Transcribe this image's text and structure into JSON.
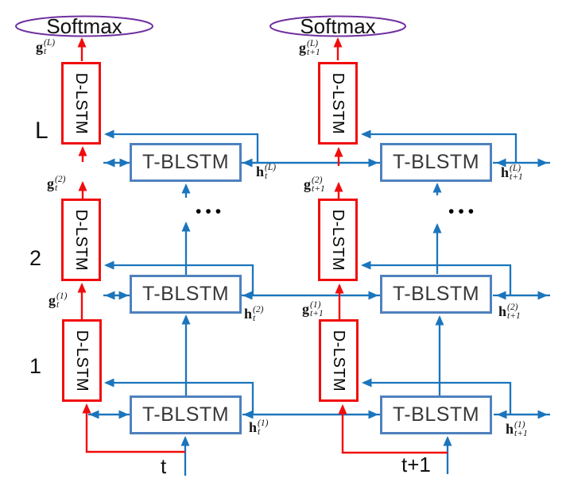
{
  "figure": {
    "softmax": {
      "t": "Softmax",
      "t1": "Softmax"
    },
    "box_labels": {
      "dlstm": "D-LSTM",
      "tblstm": "T-BLSTM"
    },
    "layer_axis": {
      "L": "L",
      "l2": "2",
      "l1": "1"
    },
    "time_axis": {
      "t": "t",
      "t1": "t+1"
    },
    "ellipsis": "•••",
    "math": {
      "g_t_L": {
        "base": "g",
        "sub": "t",
        "sup": "(L)"
      },
      "g_t1_L": {
        "base": "g",
        "sub": "t+1",
        "sup": "(L)"
      },
      "g_t_2": {
        "base": "g",
        "sub": "t",
        "sup": "(2)"
      },
      "g_t1_2": {
        "base": "g",
        "sub": "t+1",
        "sup": "(2)"
      },
      "g_t_1": {
        "base": "g",
        "sub": "t",
        "sup": "(1)"
      },
      "g_t1_1": {
        "base": "g",
        "sub": "t+1",
        "sup": "(1)"
      },
      "h_t_L": {
        "base": "h",
        "sub": "t",
        "sup": "(L)"
      },
      "h_t1_L": {
        "base": "h",
        "sub": "t+1",
        "sup": "(L)"
      },
      "h_t_2": {
        "base": "h",
        "sub": "t",
        "sup": "(2)"
      },
      "h_t1_2": {
        "base": "h",
        "sub": "t+1",
        "sup": "(2)"
      },
      "h_t_1": {
        "base": "h",
        "sub": "t",
        "sup": "(1)"
      },
      "h_t1_1": {
        "base": "h",
        "sub": "t+1",
        "sup": "(1)"
      }
    },
    "colors": {
      "red": "#F10C0C",
      "arrow_blue": "#1B75BC",
      "box_border_blue": "#4F81BD",
      "softmax_purple": "#7030A0",
      "text_black": "#141414"
    }
  }
}
